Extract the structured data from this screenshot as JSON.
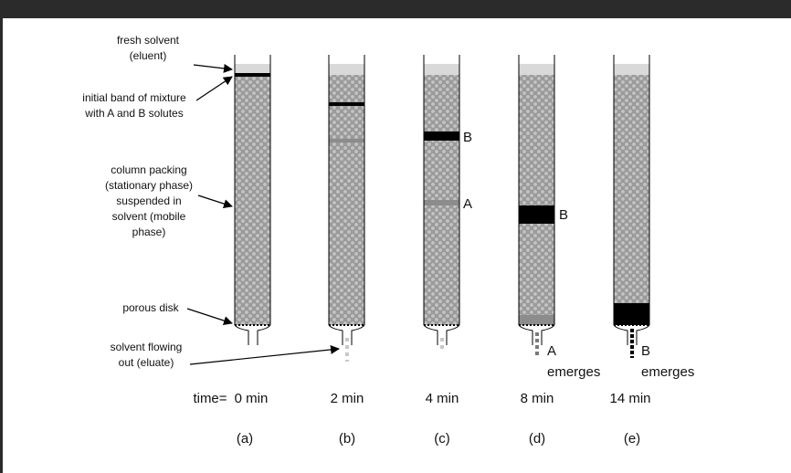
{
  "labels": {
    "fresh_solvent": [
      "fresh solvent",
      "(eluent)"
    ],
    "initial_band": [
      "initial band of mixture",
      "with A and B solutes"
    ],
    "column_packing": [
      "column packing",
      "(stationary phase)",
      "suspended in",
      "solvent (mobile",
      "phase)"
    ],
    "porous_disk": [
      "porous disk"
    ],
    "solvent_flowing": [
      "solvent flowing",
      "out (eluate)"
    ]
  },
  "time_prefix": "time=",
  "columns": [
    {
      "time": "0 min",
      "panel": "(a)",
      "bands": []
    },
    {
      "time": "2 min",
      "panel": "(b)",
      "bands": []
    },
    {
      "time": "4 min",
      "panel": "(c)",
      "bands": [
        "B",
        "A"
      ]
    },
    {
      "time": "8 min",
      "panel": "(d)",
      "bands": [
        "B"
      ],
      "emerge": [
        "A",
        "emerges"
      ]
    },
    {
      "time": "14 min",
      "panel": "(e)",
      "bands": [],
      "emerge": [
        "B",
        "emerges"
      ]
    }
  ],
  "colors": {
    "band_B": "#000000",
    "band_A": "#8c8c8c",
    "eluent": "#d9d9d9",
    "packing_bg": "#9a9a9a",
    "packing_dot": "#c4c4c4"
  }
}
